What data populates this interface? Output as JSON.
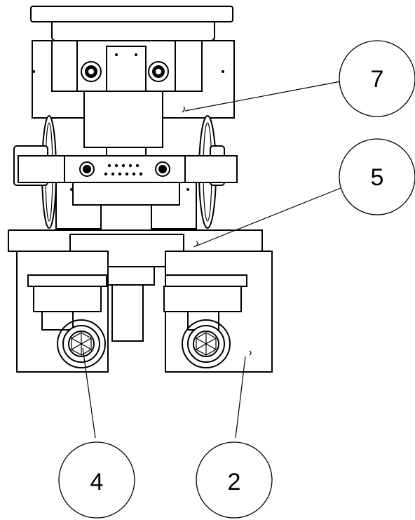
{
  "callouts": [
    {
      "id": "c7",
      "number": "7"
    },
    {
      "id": "c5",
      "number": "5"
    },
    {
      "id": "c4",
      "number": "4"
    },
    {
      "id": "c2",
      "number": "2"
    }
  ]
}
